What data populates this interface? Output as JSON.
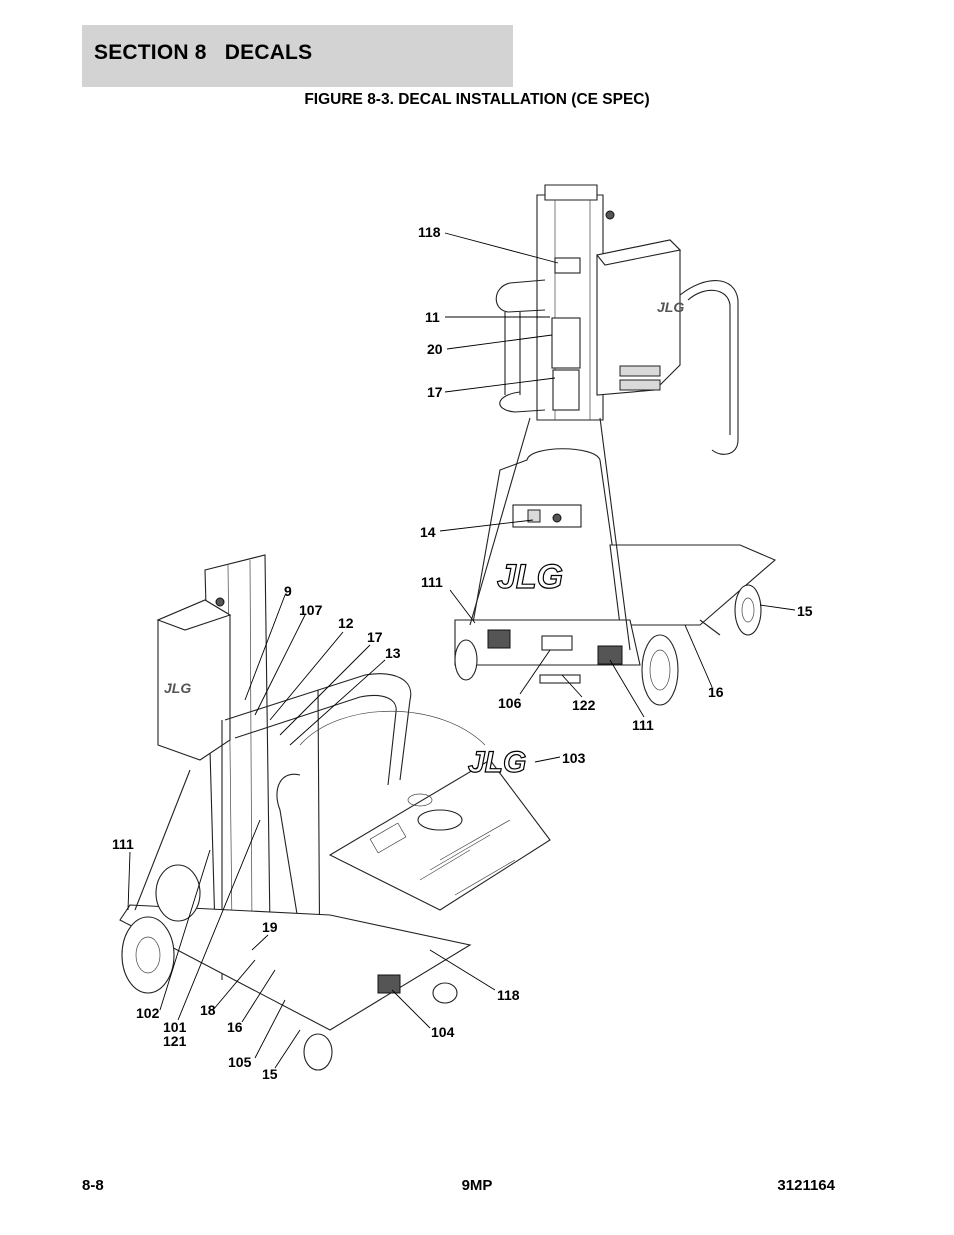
{
  "header": {
    "section_title": "SECTION 8   DECALS",
    "figure_title": "FIGURE 8-3. DECAL INSTALLATION (CE SPEC)"
  },
  "callouts": {
    "c118a": "118",
    "c11": "11",
    "c20": "20",
    "c17a": "17",
    "c14": "14",
    "c111a": "111",
    "c15a": "15",
    "c16a": "16",
    "c106": "106",
    "c122": "122",
    "c111b": "111",
    "c103": "103",
    "c9": "9",
    "c107": "107",
    "c12": "12",
    "c17b": "17",
    "c13": "13",
    "c111c": "111",
    "c19": "19",
    "c118b": "118",
    "c102": "102",
    "c101": "101",
    "c121": "121",
    "c18": "18",
    "c16b": "16",
    "c104": "104",
    "c105": "105",
    "c15b": "15"
  },
  "logos": {
    "logo_text": "JLG"
  },
  "footer": {
    "page_number": "8-8",
    "model": "9MP",
    "part_number": "3121164"
  }
}
